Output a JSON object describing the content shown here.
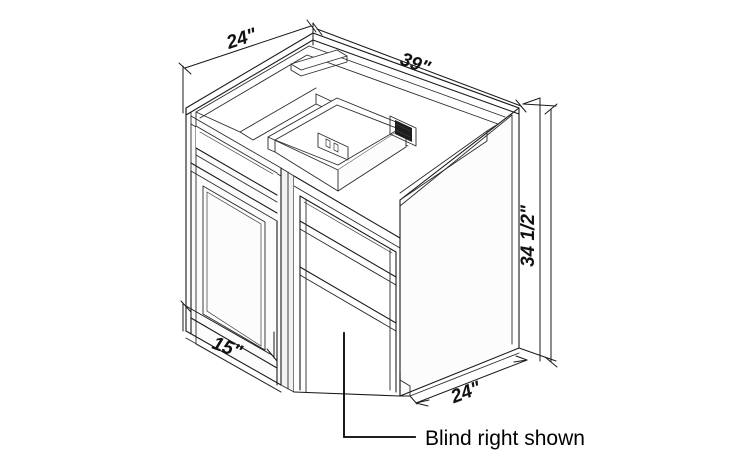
{
  "drawing": {
    "title": "Blind base corner cabinet isometric line drawing",
    "product_type": "blind-base-cabinet",
    "line_color": "#1a1a1a",
    "background_color": "#ffffff"
  },
  "dimensions": {
    "depth_top_left": "24\"",
    "width_top_right": "39\"",
    "height_right": "34 1/2\"",
    "door_width_bottom_left": "15\"",
    "depth_bottom_right": "24\""
  },
  "annotations": {
    "blind_note": "Blind right shown"
  },
  "features": {
    "left_drawer_front": "drawer-front",
    "left_door": "door-panel",
    "right_drawer_front": "drawer-front",
    "right_door": "door-panel",
    "open_drawer_box": "drawer-box",
    "drawer_slide": "drawer-slide",
    "toe_kick": "toe-kick"
  }
}
